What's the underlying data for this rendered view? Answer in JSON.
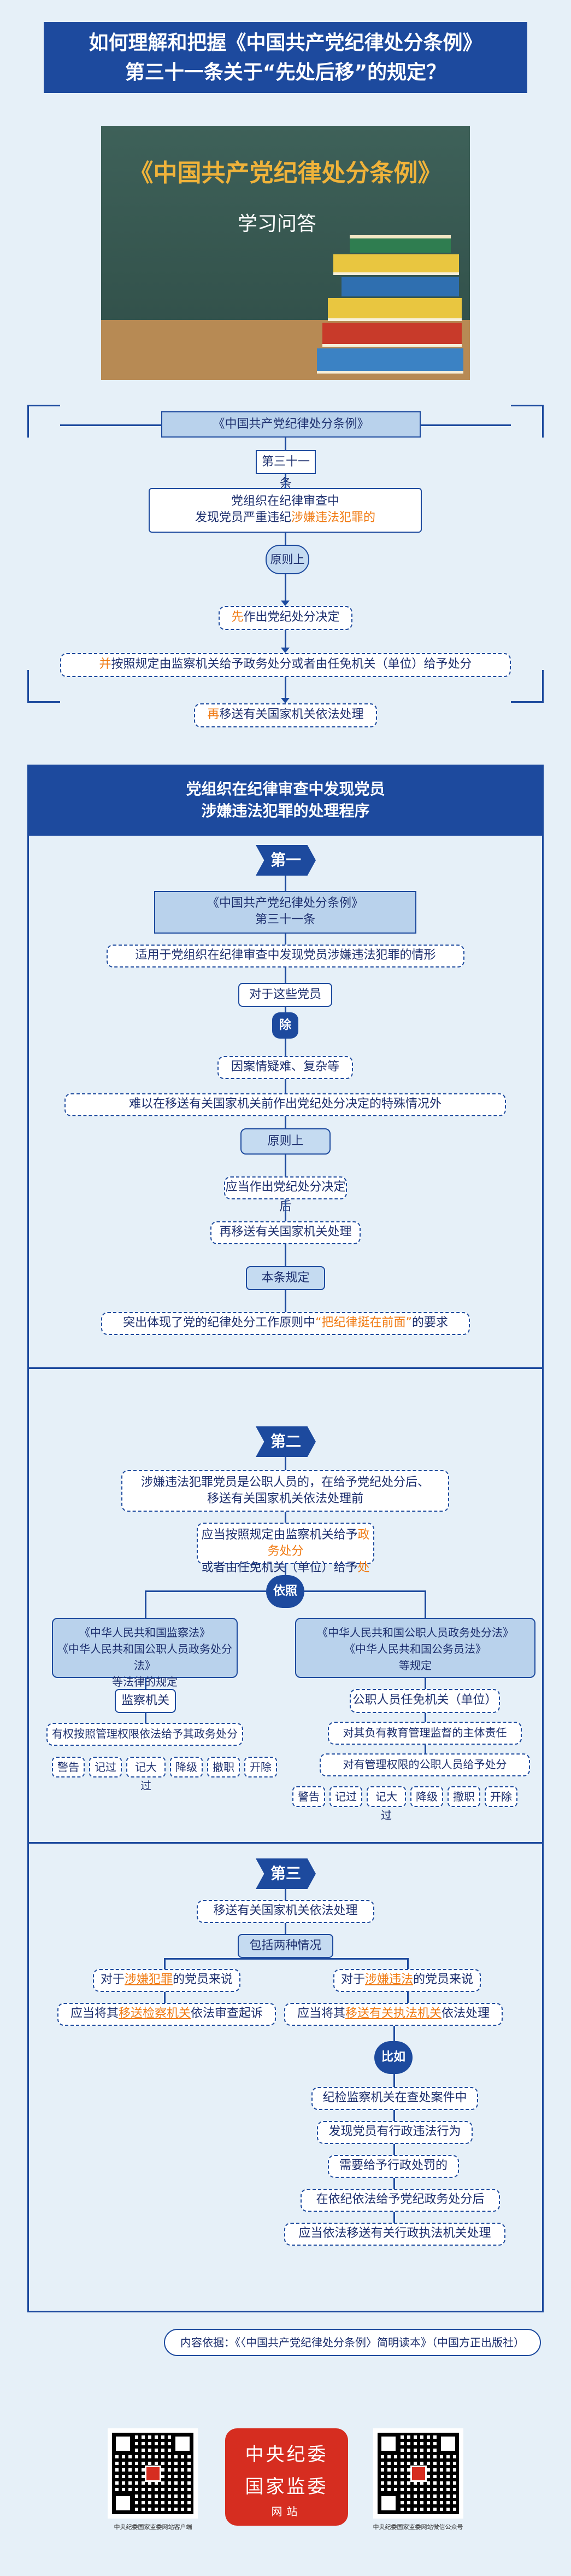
{
  "header": {
    "title_line1": "如何理解和把握《中国共产党纪律处分条例》",
    "title_line2": "第三十一条关于“先处后移”的规定？"
  },
  "banner": {
    "title": "《中国共产党纪律处分条例》",
    "subtitle": "学习问答"
  },
  "rule": {
    "source": "《中国共产党纪律处分条例》",
    "article": "第三十一条",
    "condition_a": "党组织在纪律审查中",
    "condition_b": "发现党员严重违纪",
    "condition_hl": "涉嫌违法犯罪的",
    "principle": "原则上",
    "step1_hl": "先",
    "step1": "作出党纪处分决定",
    "step2_hl": "并",
    "step2": "按照规定由监察机关给予政务处分或者由任免机关（单位）给予处分",
    "step3_hl": "再",
    "step3": "移送有关国家机关依法处理"
  },
  "procedure": {
    "title_line1": "党组织在纪律审查中发现党员",
    "title_line2": "涉嫌违法犯罪的处理程序",
    "first": {
      "badge": "第一",
      "source": "《中国共产党纪律处分条例》",
      "article": "第三十一条",
      "scope": "适用于党组织在纪律审查中发现党员涉嫌违法犯罪的情形",
      "for_these": "对于这些党员",
      "except": "除",
      "exc1": "因案情疑难、复杂等",
      "exc2": "难以在移送有关国家机关前作出党纪处分决定的特殊情况外",
      "principle": "原则上",
      "do1": "应当作出党纪处分决定后",
      "do2": "再移送有关国家机关处理",
      "this_rule": "本条规定",
      "embodies_a": "突出体现了党的纪律处分工作原则中",
      "embodies_hl": "“把纪律挺在前面”",
      "embodies_b": "的要求"
    },
    "second": {
      "badge": "第二",
      "intro1": "涉嫌违法犯罪党员是公职人员的，在给予党纪处分后、",
      "intro2": "移送有关国家机关依法处理前",
      "should1_a": "应当按照规定由监察机关给予",
      "should1_hl": "政务处分",
      "should2_a": "或者由任免机关（单位）给予",
      "should2_hl": "处分",
      "basis": "依照",
      "left_law1": "《中华人民共和国监察法》",
      "left_law2": "《中华人民共和国公职人员政务处分法》",
      "left_law3": "等法律的规定",
      "left_org": "监察机关",
      "left_power": "有权按照管理权限依法给予其政务处分",
      "left_tags": [
        "警告",
        "记过",
        "记大过",
        "降级",
        "撤职",
        "开除"
      ],
      "right_law1": "《中华人民共和国公职人员政务处分法》",
      "right_law2": "《中华人民共和国公务员法》",
      "right_law3": "等规定",
      "right_org": "公职人员任免机关（单位）",
      "right_duty": "对其负有教育管理监督的主体责任",
      "right_power": "对有管理权限的公职人员给予处分",
      "right_tags": [
        "警告",
        "记过",
        "记大过",
        "降级",
        "撤职",
        "开除"
      ]
    },
    "third": {
      "badge": "第三",
      "transfer": "移送有关国家机关依法处理",
      "two_cases": "包括两种情况",
      "case1_a": "对于",
      "case1_hl": "涉嫌犯罪",
      "case1_b": "的党员来说",
      "case1_do_a": "应当将其",
      "case1_do_hl": "移送检察机关",
      "case1_do_b": "依法审查起诉",
      "case2_a": "对于",
      "case2_hl": "涉嫌违法",
      "case2_b": "的党员来说",
      "case2_do_a": "应当将其",
      "case2_do_hl": "移送有关执法机关",
      "case2_do_b": "依法处理",
      "example": "比如",
      "ex1": "纪检监察机关在查处案件中",
      "ex2": "发现党员有行政违法行为",
      "ex3": "需要给予行政处罚的",
      "ex4": "在依纪依法给予党纪政务处分后",
      "ex5": "应当依法移送有关行政执法机关处理"
    }
  },
  "footer": {
    "source": "内容依据：《〈中国共产党纪律处分条例〉简明读本》（中国方正出版社）",
    "qr_left_caption": "中央纪委国家监委网站客户端",
    "logo_line1": "中央纪委",
    "logo_line2": "国家监委",
    "logo_line3": "网站",
    "qr_right_caption": "中央纪委国家监委网站微信公众号"
  },
  "colors": {
    "primary": "#1d4a9e",
    "highlight": "#f07a12",
    "background": "#e6f0f8",
    "logo_red": "#d62d20"
  }
}
